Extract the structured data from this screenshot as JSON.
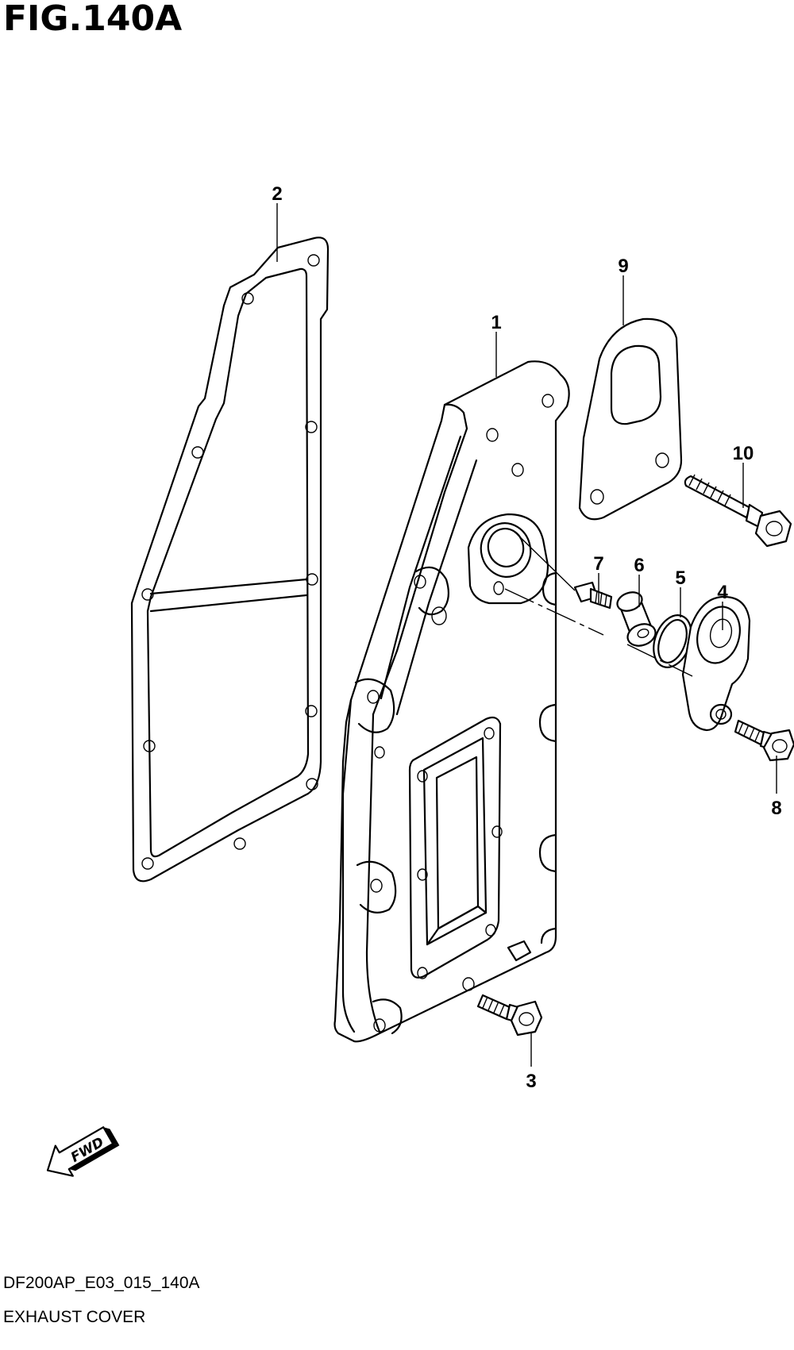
{
  "figure": {
    "title": "FIG.140A",
    "ref_code": "DF200AP_E03_015_140A",
    "caption": "EXHAUST COVER",
    "fwd_label": "FWD"
  },
  "callouts": [
    "1",
    "2",
    "3",
    "4",
    "5",
    "6",
    "7",
    "8",
    "9",
    "10"
  ],
  "icons": {
    "fwd": "fwd-arrow-icon"
  },
  "colors": {
    "line": "#000000",
    "background": "#ffffff"
  }
}
